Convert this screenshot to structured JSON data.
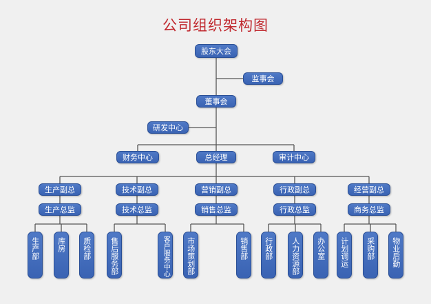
{
  "title": "公司组织架构图",
  "colors": {
    "title": "#c0282e",
    "node_fill": "#4469b8",
    "node_border": "#2a4f96",
    "line": "#555555",
    "background": "#f0f0f0"
  },
  "nodes": {
    "shareholders": "股东大会",
    "supervisors": "监事会",
    "board": "董事会",
    "rnd": "研发中心",
    "finance": "财务中心",
    "gm": "总经理",
    "audit": "审计中心",
    "vp_production": "生产副总",
    "vp_tech": "技术副总",
    "vp_marketing": "营销副总",
    "vp_admin": "行政副总",
    "vp_operations": "经营副总",
    "dir_production": "生产总监",
    "dir_tech": "技术总监",
    "dir_sales": "销售总监",
    "dir_admin": "行政总监",
    "dir_business": "商务总监",
    "dept_production": "生产部",
    "dept_warehouse": "库房",
    "dept_qc": "质检部",
    "dept_aftersales": "售后服务部",
    "dept_customer_service": "客户服务中心",
    "dept_market_planning": "市场策划部",
    "dept_sales": "销售部",
    "dept_admin": "行政部",
    "dept_hr": "人力资源部",
    "dept_office": "办公室",
    "dept_planning": "计划调运",
    "dept_purchasing": "采购部",
    "dept_logistics": "物业后勤"
  }
}
